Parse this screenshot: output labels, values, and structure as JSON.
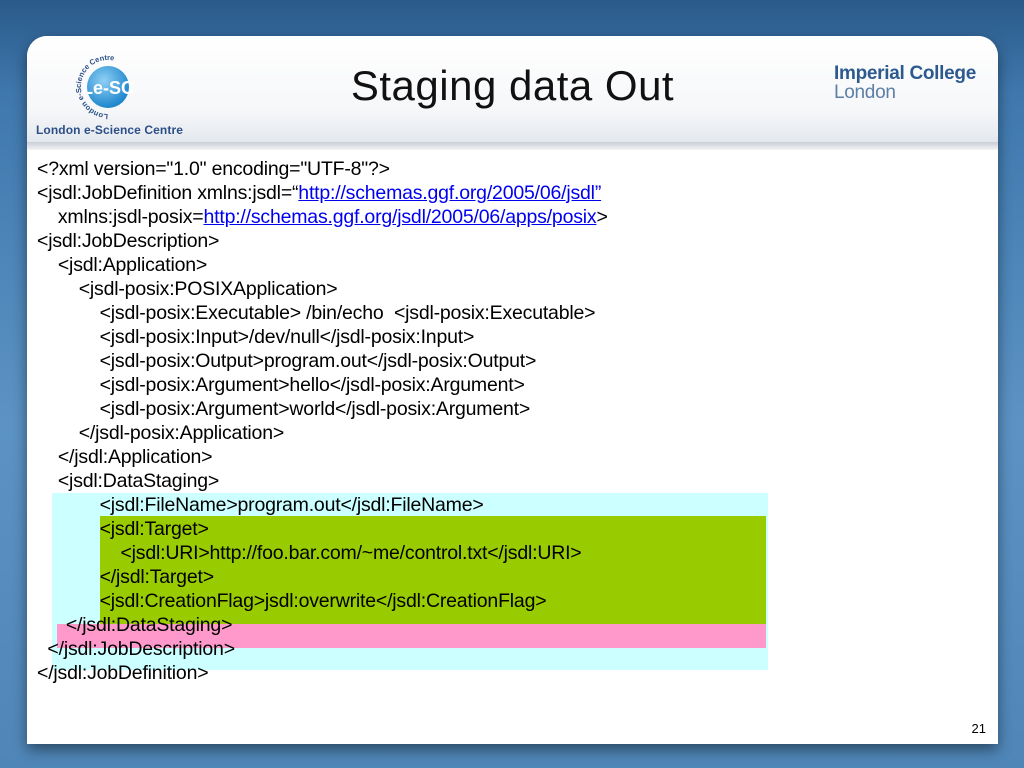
{
  "slide": {
    "title": "Staging data Out",
    "logo_caption": "London e-Science Centre",
    "logo_text": "Le-SC",
    "logo_ring_text": "London e-Science Centre",
    "imperial_line1": "Imperial College",
    "imperial_line2": "London",
    "page_number": "21"
  },
  "code": {
    "l1": "<?xml version=\"1.0\" encoding=\"UTF-8\"?>",
    "l2_pre": "<jsdl:JobDefinition xmlns:jsdl=“",
    "l2_link": "http://schemas.ggf.org/2005/06/jsdl”",
    "l3_pre": "    xmlns:jsdl-posix=",
    "l3_link": "http://schemas.ggf.org/jsdl/2005/06/apps/posix",
    "l3_post": ">",
    "l4": "<jsdl:JobDescription>",
    "l5": "    <jsdl:Application>",
    "l6": "        <jsdl-posix:POSIXApplication>",
    "l7": "            <jsdl-posix:Executable> /bin/echo  <jsdl-posix:Executable>",
    "l8": "            <jsdl-posix:Input>/dev/null</jsdl-posix:Input>",
    "l9": "            <jsdl-posix:Output>program.out</jsdl-posix:Output>",
    "l10": "            <jsdl-posix:Argument>hello</jsdl-posix:Argument>",
    "l11": "            <jsdl-posix:Argument>world</jsdl-posix:Argument>",
    "l12": "        </jsdl-posix:Application>",
    "l13": "    </jsdl:Application>",
    "l14": "    <jsdl:DataStaging>",
    "l15": "            <jsdl:FileName>program.out</jsdl:FileName>",
    "l16": "            <jsdl:Target>",
    "l17": "                <jsdl:URI>http://foo.bar.com/~me/control.txt</jsdl:URI>",
    "l18": "            </jsdl:Target>",
    "l19": "            <jsdl:CreationFlag>jsdl:overwrite</jsdl:CreationFlag>",
    "l20": "    </jsdl:DataStaging>",
    "l21": "  </jsdl:JobDescription>",
    "l22": "</jsdl:JobDefinition>"
  },
  "colors": {
    "cyan_highlight": "#ccffff",
    "green_highlight": "#99cc00",
    "pink_highlight": "#ff99cc",
    "link": "#0000ee"
  }
}
